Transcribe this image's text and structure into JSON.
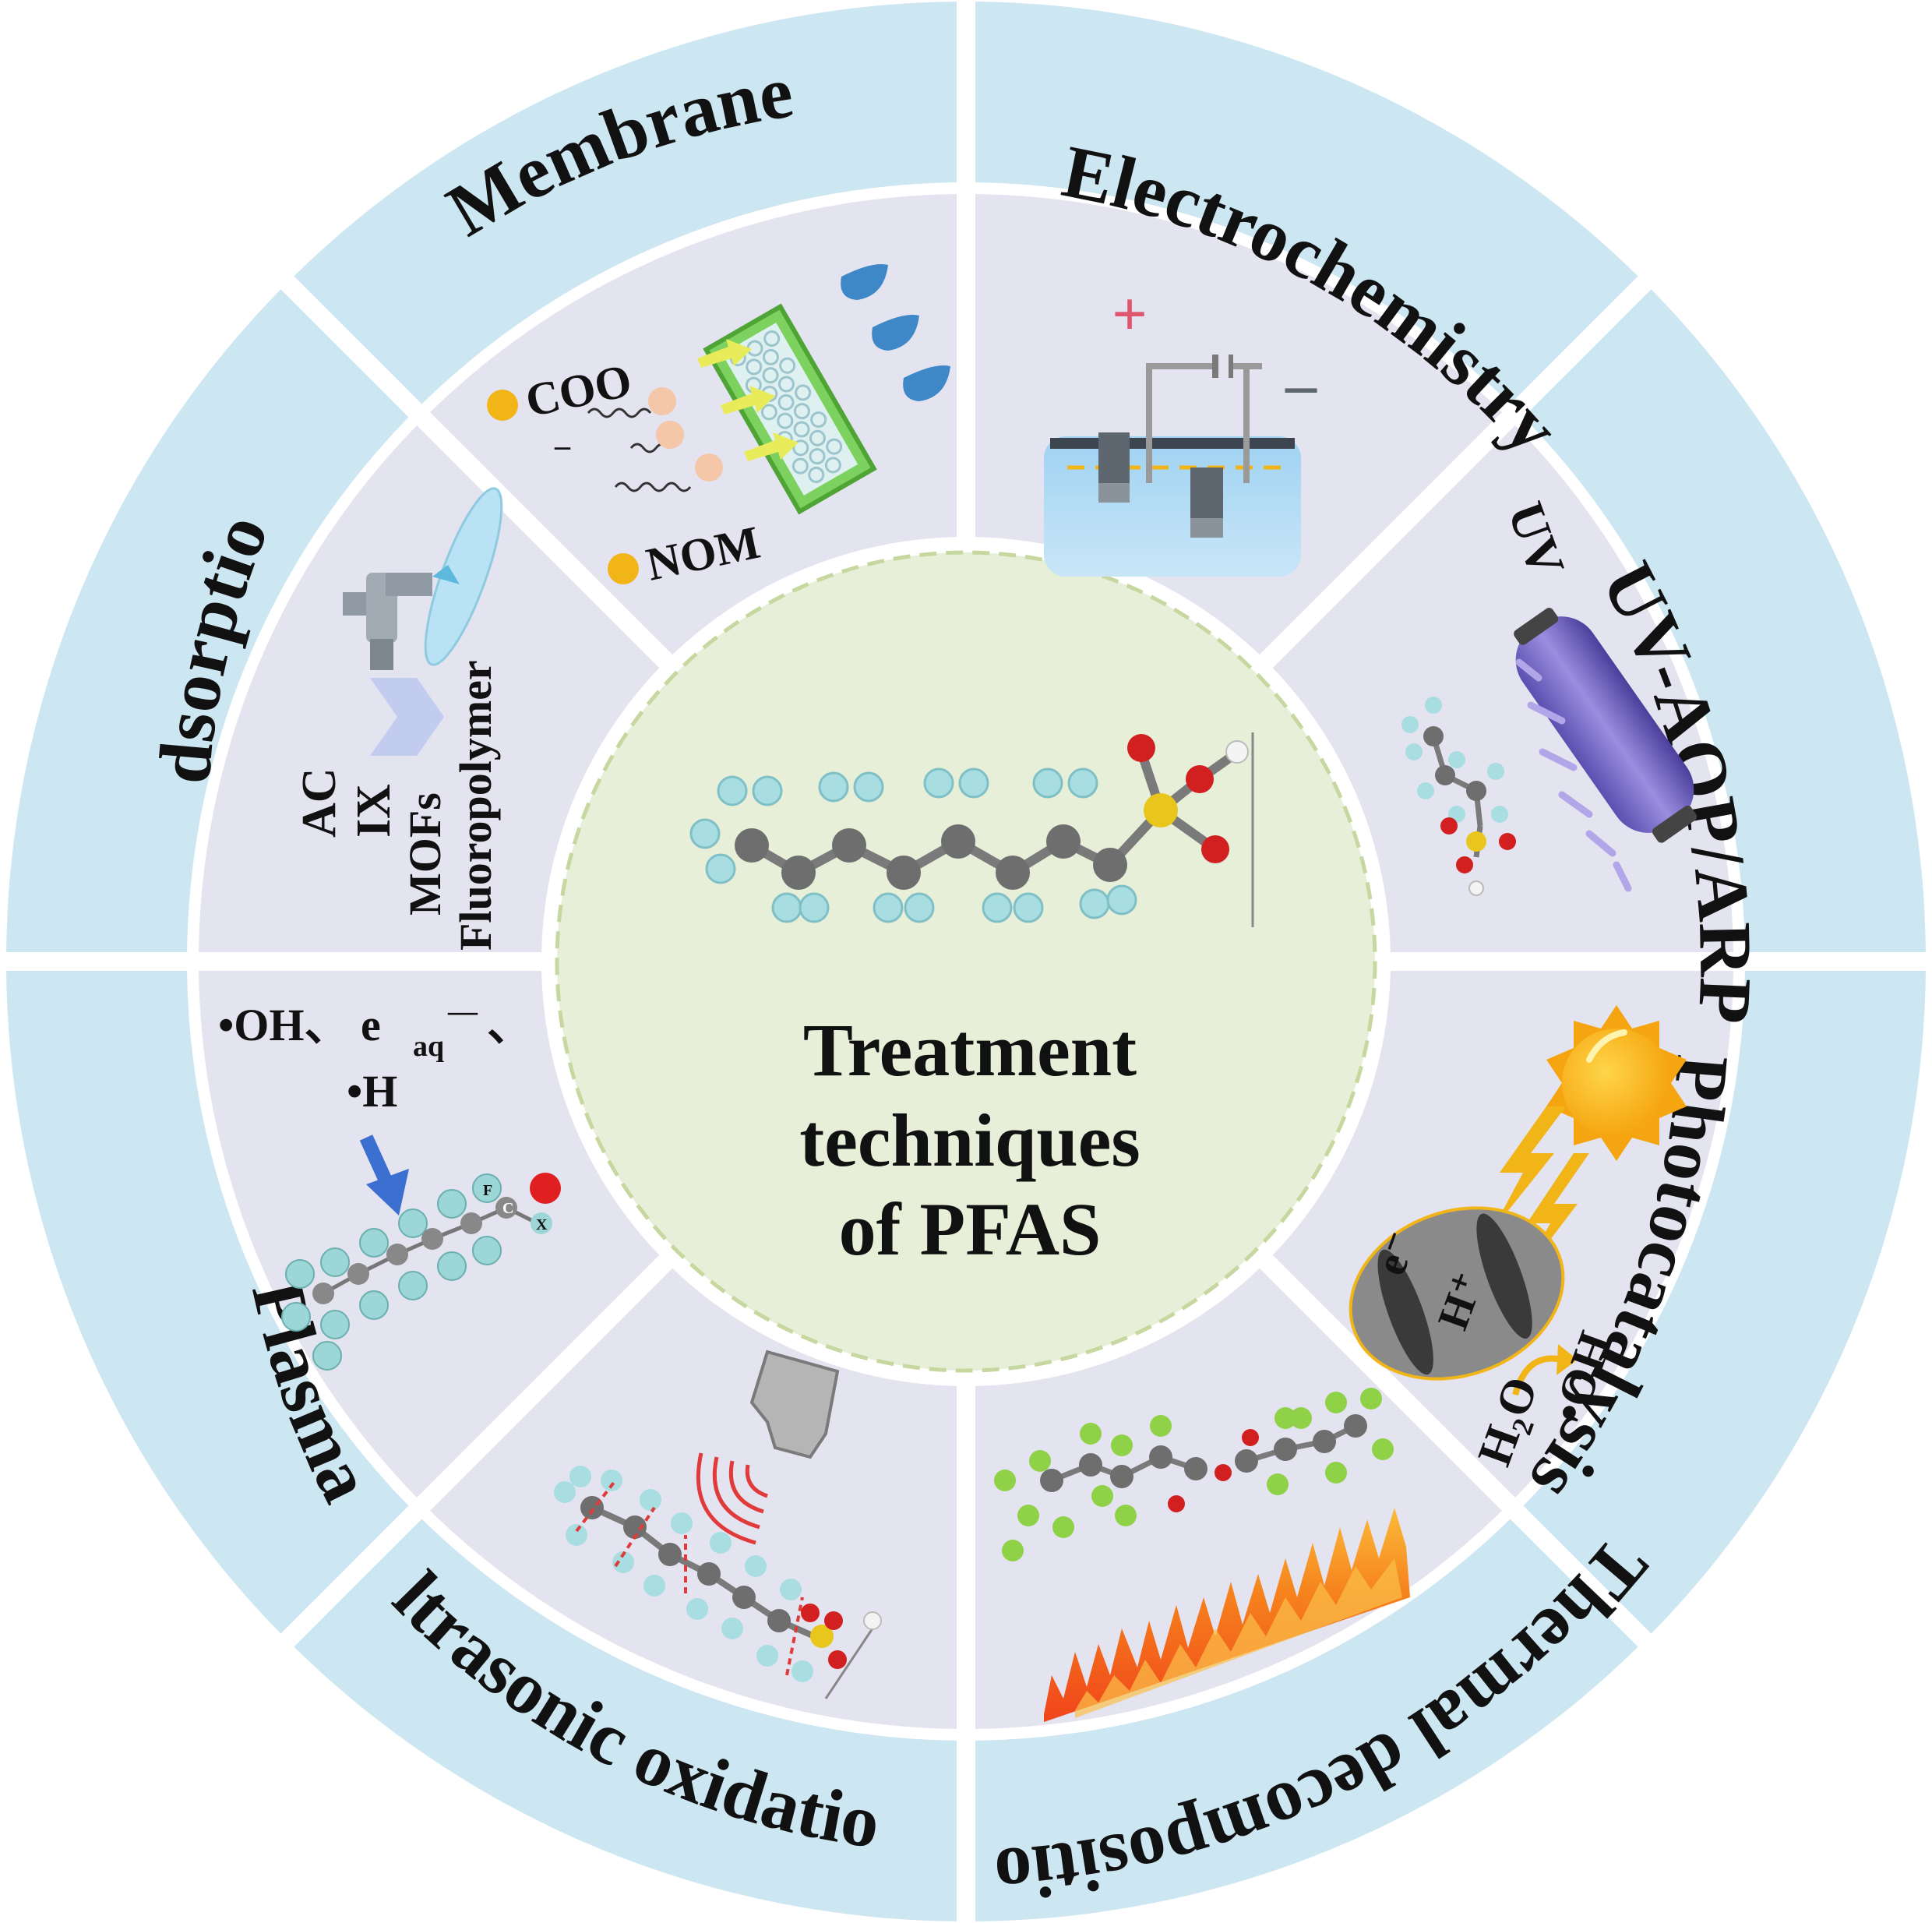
{
  "center": {
    "title_lines": [
      "Treatment",
      "techniques",
      "of PFAS"
    ]
  },
  "segments": [
    {
      "label": "Electrochemistry"
    },
    {
      "label": "UV-AOP/ARP"
    },
    {
      "label": "Photocatalysis"
    },
    {
      "label": "Thermal decomposition"
    },
    {
      "label": "Ultrasonic oxidation"
    },
    {
      "label": "Plasma"
    },
    {
      "label": "Adsorption"
    },
    {
      "label": "Membrane"
    }
  ],
  "membrane_panel": {
    "coo_label": "COO",
    "coo_charge": "–",
    "nom_label": "NOM"
  },
  "adsorption_panel": {
    "materials": [
      "AC",
      "IX",
      "MOFs",
      "Fluoropolymer"
    ]
  },
  "electrochemistry_panel": {
    "plus": "+",
    "minus": "–"
  },
  "uv_panel": {
    "uv_label": "UV"
  },
  "photocatalysis_panel": {
    "electron": "e⁻",
    "hole": "H⁺",
    "water": "H₂O",
    "radical": "•OH"
  },
  "plasma_panel": {
    "species_line1": "•OH、 e",
    "species_sub": "aq",
    "species_sup": "—",
    "species_tail": "、",
    "species_line2": "•H",
    "atom_f": "F",
    "atom_c": "C",
    "atom_x": "X"
  },
  "colors": {
    "outer_ring": "#cce6f2",
    "inner_panels": "#e4e3f0",
    "center_disc": "#e7efd9",
    "center_border": "#b9cf8a",
    "fluorine": "#a8dde2",
    "carbon": "#6e6e6e",
    "sulfur": "#e8c61c",
    "oxygen": "#d21f1f",
    "hydrogen": "#f4f4f4",
    "green_atom": "#8fd147",
    "flame": "#f5761a",
    "gold": "#f2b517"
  },
  "icons": [
    "membrane-filter-icon",
    "water-drop-icon",
    "faucet-icon",
    "electrolysis-cell-icon",
    "uv-lamp-icon",
    "sun-icon",
    "lightning-icon",
    "photocatalyst-particle-icon",
    "flame-icon",
    "ultrasonic-probe-icon",
    "arrow-down-icon",
    "pfas-molecule-icon"
  ]
}
